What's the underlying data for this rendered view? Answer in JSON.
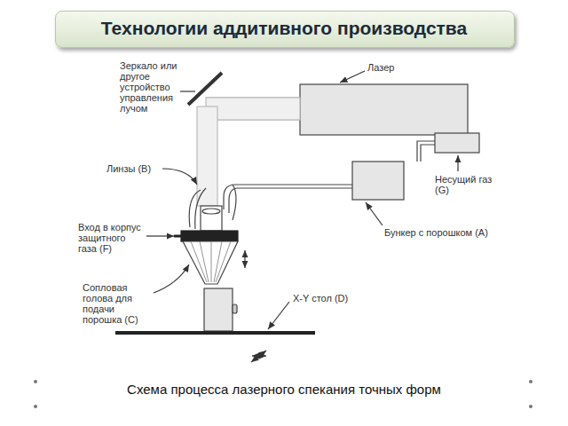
{
  "diagram": {
    "title": "Технологии аддитивного производства",
    "caption": "Схема процесса лазерного спекания точных форм",
    "labels": [
      "Зеркало или другое устройство управления лучом",
      "Лазер",
      "Несущий газ (G)",
      "Линзы (B)",
      "Вход в корпус защитного газа (F)",
      "Бункер с порошком (A)",
      "Сопловая голова для подачи порошка (C)",
      "X-Y стол (D)"
    ]
  }
}
